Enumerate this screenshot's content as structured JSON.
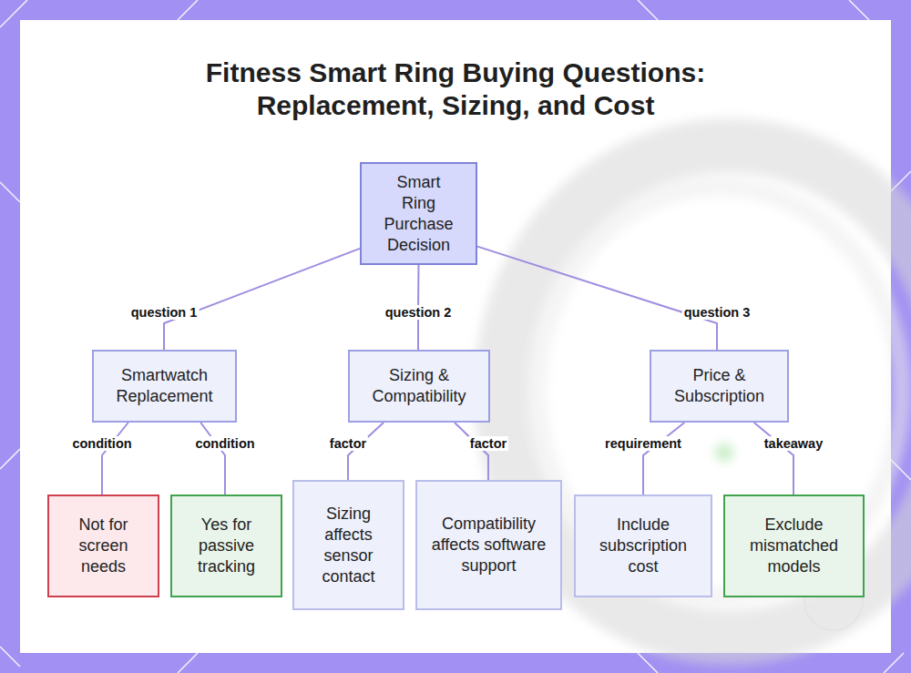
{
  "diagram": {
    "title": "Fitness Smart Ring Buying Questions: Replacement, Sizing, and Cost",
    "nodes": [
      {
        "text": [
          "Smart Ring Purchase Decision"
        ]
      },
      {
        "text": [
          "Smartwatch Replacement"
        ]
      },
      {
        "text": [
          "Sizing & Compatibility"
        ]
      },
      {
        "text": [
          "Price & Subscription"
        ]
      },
      {
        "text": [
          "Not for screen needs"
        ]
      },
      {
        "text": [
          "Yes for passive tracking"
        ]
      },
      {
        "text": [
          "Sizing affects sensor contact"
        ]
      },
      {
        "text": [
          "Compatibility affects software support"
        ]
      },
      {
        "text": [
          "Include subscription cost"
        ]
      },
      {
        "text": [
          "Exclude mismatched models"
        ]
      }
    ],
    "edges": [
      {
        "from": 0,
        "to": 1,
        "label": "question 1",
        "arrow": "none"
      },
      {
        "from": 0,
        "to": 2,
        "label": "question 2",
        "arrow": "none"
      },
      {
        "from": 0,
        "to": 3,
        "label": "question 3",
        "arrow": "none"
      },
      {
        "from": 1,
        "to": 4,
        "label": "condition",
        "arrow": "none"
      },
      {
        "from": 1,
        "to": 5,
        "label": "condition",
        "arrow": "none"
      },
      {
        "from": 2,
        "to": 6,
        "label": "factor",
        "arrow": "none"
      },
      {
        "from": 2,
        "to": 7,
        "label": "factor",
        "arrow": "none"
      },
      {
        "from": 3,
        "to": 8,
        "label": "requirement",
        "arrow": "none"
      },
      {
        "from": 3,
        "to": 9,
        "label": "takeaway",
        "arrow": "none"
      }
    ]
  }
}
